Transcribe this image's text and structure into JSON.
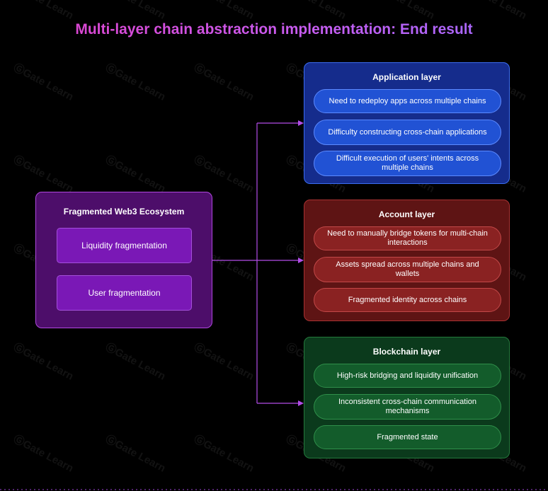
{
  "title": "Multi-layer chain abstraction implementation: End result",
  "watermark": "Gate Learn",
  "source": {
    "title": "Fragmented Web3 Ecosystem",
    "items": [
      "Liquidity fragmentation",
      "User fragmentation"
    ]
  },
  "layers": [
    {
      "title": "Application layer",
      "items": [
        "Need to redeploy apps across multiple chains",
        "Difficulty constructing cross-chain applications",
        "Difficult execution of users' intents across multiple chains"
      ]
    },
    {
      "title": "Account layer",
      "items": [
        "Need to manually bridge tokens for multi-chain interactions",
        "Assets spread across multiple chains and wallets",
        "Fragmented identity across chains"
      ]
    },
    {
      "title": "Blockchain layer",
      "items": [
        "High-risk bridging and liquidity unification",
        "Inconsistent cross-chain communication mechanisms",
        "Fragmented state"
      ]
    }
  ],
  "colors": {
    "connector": "#b24de8",
    "title_gradient_start": "#e040c8",
    "title_gradient_end": "#9d6bff",
    "application_layer": "#152c8c",
    "account_layer": "#5e1414",
    "blockchain_layer": "#0b3a1c"
  }
}
